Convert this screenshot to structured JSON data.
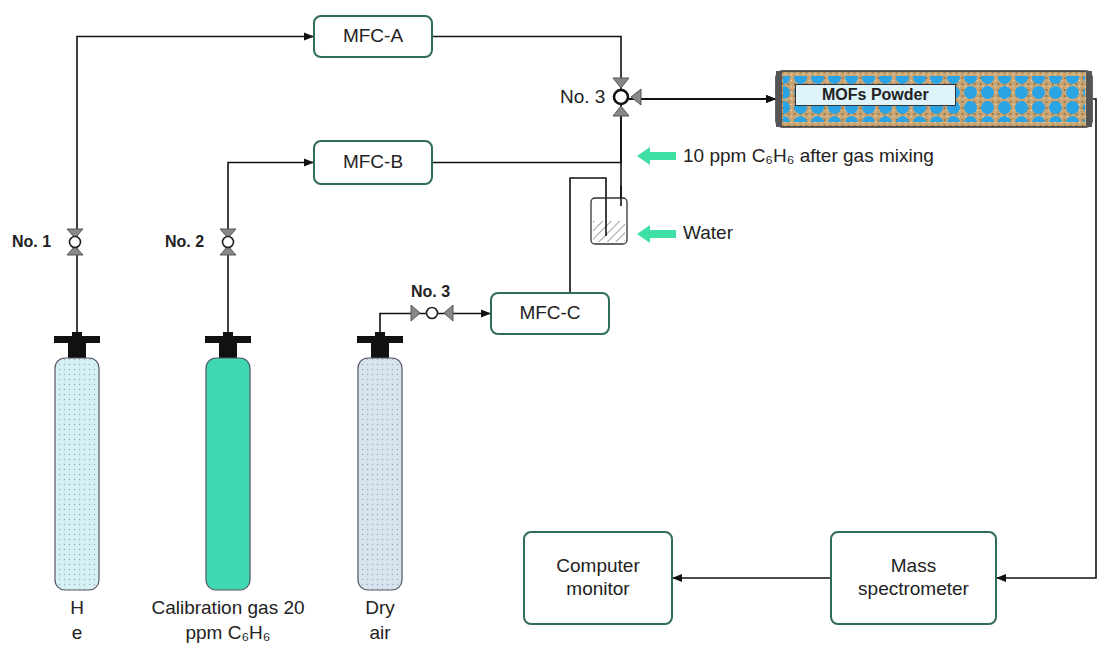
{
  "diagram": {
    "nodes": [
      {
        "text": [
          "MFC-A"
        ]
      },
      {
        "text": [
          "MOFs Powder"
        ]
      },
      {
        "text": [
          "MFC-B"
        ]
      },
      {
        "text": [
          "MFC-C"
        ]
      },
      {
        "text": [
          "H e"
        ]
      },
      {
        "text": [
          "Calibration gas 20 ppm C₆H₆"
        ]
      },
      {
        "text": [
          "Dry air"
        ]
      },
      {
        "text": [
          "Computer monitor"
        ]
      },
      {
        "text": [
          "Mass spectrometer"
        ]
      }
    ],
    "edges": [
      {
        "from": 4,
        "to": 0,
        "arrow": "to"
      },
      {
        "from": 5,
        "to": 2,
        "arrow": "to"
      },
      {
        "from": 6,
        "to": 3,
        "arrow": "to"
      },
      {
        "from": 0,
        "to": 1,
        "arrow": "to"
      },
      {
        "from": 2,
        "to": 1,
        "arrow": "to"
      },
      {
        "from": 3,
        "to": 1,
        "arrow": "to"
      },
      {
        "from": 1,
        "to": 8,
        "arrow": "to"
      },
      {
        "from": 8,
        "to": 7,
        "arrow": "to"
      }
    ],
    "labels": [
      "No. 1",
      "No. 2",
      "No. 3",
      "No. 3",
      "10 ppm C₆H₆ after gas mixing",
      "Water"
    ]
  }
}
